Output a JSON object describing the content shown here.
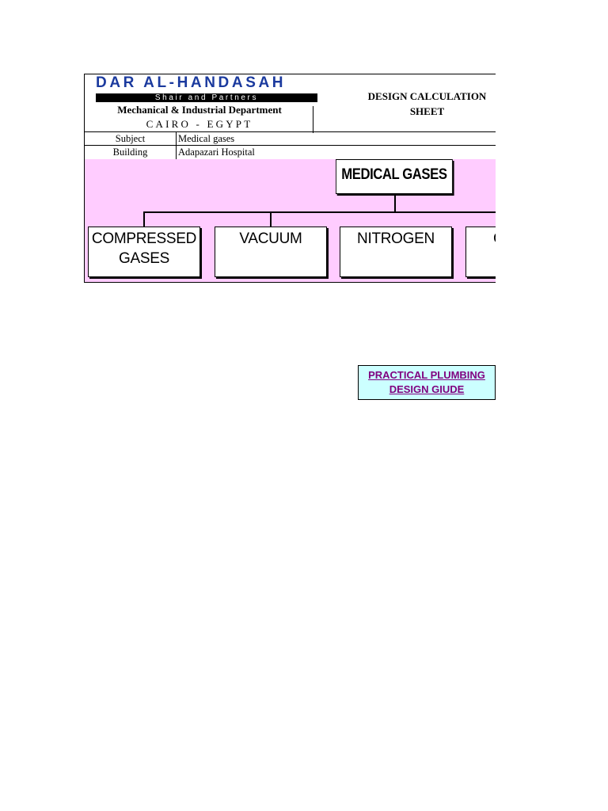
{
  "header": {
    "company": "DAR AL-HANDASAH",
    "tagline": "Shair and Partners",
    "department": "Mechanical & Industrial Department",
    "location": "CAIRO - EGYPT",
    "sheet_title_line1": "DESIGN  CALCULATION",
    "sheet_title_line2": "SHEET"
  },
  "info": {
    "subject_label": "Subject",
    "subject_value": "Medical gases",
    "building_label": "Building",
    "building_value": "Adapazari Hospital"
  },
  "chart": {
    "root": "MEDICAL GASES",
    "children": [
      {
        "line1": "COMPRESSED",
        "line2": "GASES"
      },
      {
        "line1": "VACUUM",
        "line2": ""
      },
      {
        "line1": "NITROGEN",
        "line2": ""
      },
      {
        "line1": "C",
        "line2": ""
      }
    ]
  },
  "link": {
    "line1": "PRACTICAL PLUMBING",
    "line2": "DESIGN GIUDE"
  }
}
